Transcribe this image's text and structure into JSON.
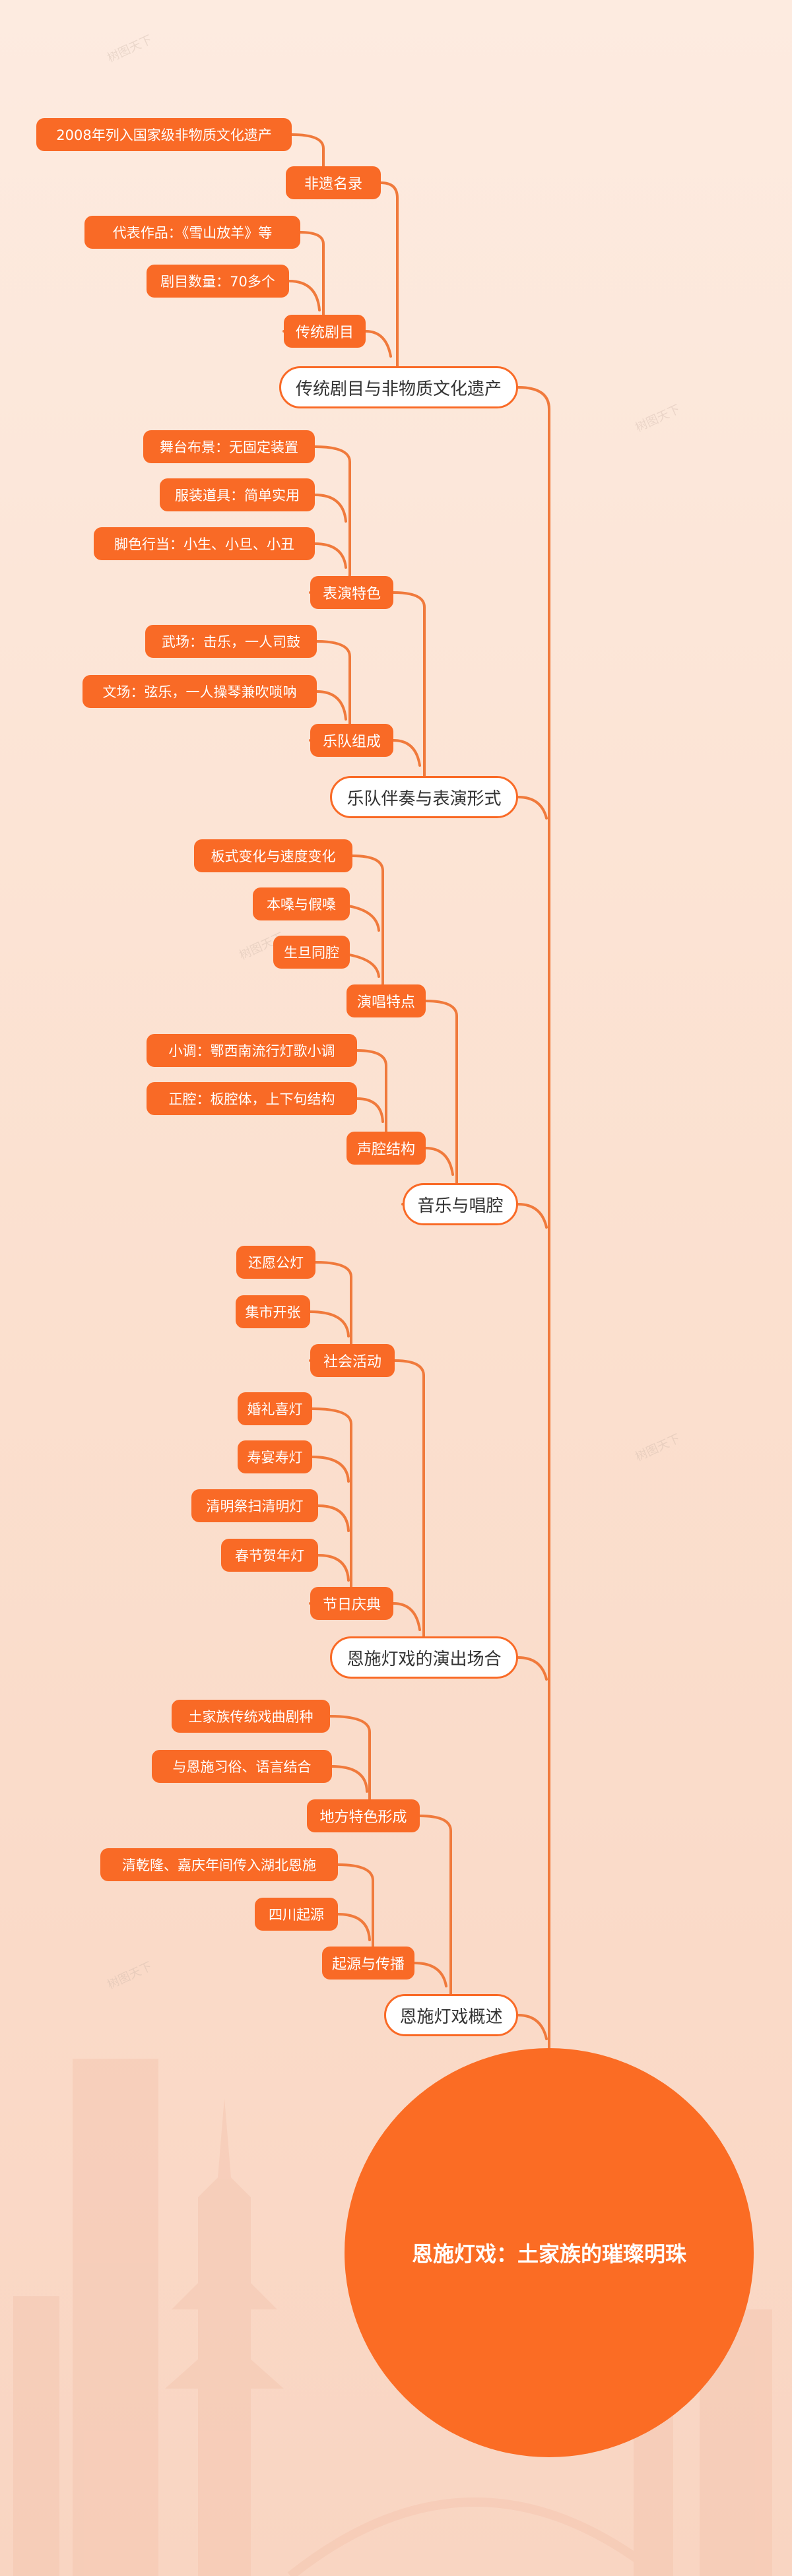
{
  "root": {
    "title": "恩施灯戏：土家族的璀璨明珠"
  },
  "branches": {
    "b1": {
      "label": "传统剧目与非物质文化遗产",
      "s1": {
        "label": "非遗名录",
        "l1": "2008年列入国家级非物质文化遗产"
      },
      "s2": {
        "label": "传统剧目",
        "l1": "代表作品：《雪山放羊》等",
        "l2": "剧目数量：70多个"
      }
    },
    "b2": {
      "label": "乐队伴奏与表演形式",
      "s1": {
        "label": "表演特色",
        "l1": "舞台布景：无固定装置",
        "l2": "服装道具：简单实用",
        "l3": "脚色行当：小生、小旦、小丑"
      },
      "s2": {
        "label": "乐队组成",
        "l1": "武场：击乐，一人司鼓",
        "l2": "文场：弦乐，一人操琴兼吹唢呐"
      }
    },
    "b3": {
      "label": "音乐与唱腔",
      "s1": {
        "label": "演唱特点",
        "l1": "板式变化与速度变化",
        "l2": "本嗓与假嗓",
        "l3": "生旦同腔"
      },
      "s2": {
        "label": "声腔结构",
        "l1": "小调：鄂西南流行灯歌小调",
        "l2": "正腔：板腔体，上下句结构"
      }
    },
    "b4": {
      "label": "恩施灯戏的演出场合",
      "s1": {
        "label": "社会活动",
        "l1": "还愿公灯",
        "l2": "集市开张"
      },
      "s2": {
        "label": "节日庆典",
        "l1": "婚礼喜灯",
        "l2": "寿宴寿灯",
        "l3": "清明祭扫清明灯",
        "l4": "春节贺年灯"
      }
    },
    "b5": {
      "label": "恩施灯戏概述",
      "s1": {
        "label": "地方特色形成",
        "l1": "土家族传统戏曲剧种",
        "l2": "与恩施习俗、语言结合"
      },
      "s2": {
        "label": "起源与传播",
        "l1": "清乾隆、嘉庆年间传入湖北恩施",
        "l2": "四川起源"
      }
    }
  },
  "watermark": "树图天下",
  "colors": {
    "accent": "#f96a26",
    "line": "#f07a3c"
  }
}
